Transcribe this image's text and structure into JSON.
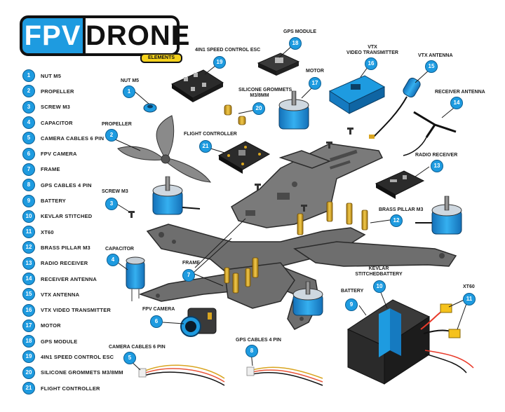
{
  "logo": {
    "fpv": "FPV",
    "drone": "DRONE",
    "badge": "ELEMENTS"
  },
  "legend": [
    {
      "num": "1",
      "label": "NUT M5"
    },
    {
      "num": "2",
      "label": "PROPELLER"
    },
    {
      "num": "3",
      "label": "SCREW M3"
    },
    {
      "num": "4",
      "label": "CAPACITOR"
    },
    {
      "num": "5",
      "label": "CAMERA CABLES 6 PIN"
    },
    {
      "num": "6",
      "label": "FPV CAMERA"
    },
    {
      "num": "7",
      "label": "FRAME"
    },
    {
      "num": "8",
      "label": "GPS CABLES 4 PIN"
    },
    {
      "num": "9",
      "label": "BATTERY"
    },
    {
      "num": "10",
      "label": "KEVLAR STITCHED"
    },
    {
      "num": "11",
      "label": "XT60"
    },
    {
      "num": "12",
      "label": "BRASS PILLAR M3"
    },
    {
      "num": "13",
      "label": "RADIO RECEIVER"
    },
    {
      "num": "14",
      "label": "RECEIVER ANTENNA"
    },
    {
      "num": "15",
      "label": "VTX ANTENNA"
    },
    {
      "num": "16",
      "label": "VTX VIDEO TRANSMITTER"
    },
    {
      "num": "17",
      "label": "MOTOR"
    },
    {
      "num": "18",
      "label": "GPS MODULE"
    },
    {
      "num": "19",
      "label": "4IN1 SPEED CONTROL ESC"
    },
    {
      "num": "20",
      "label": "SILICONE GROMMETS M3/8MM"
    },
    {
      "num": "21",
      "label": "FLIGHT CONTROLLER"
    }
  ],
  "callouts": {
    "nut": {
      "num": "1",
      "label": "NUT M5"
    },
    "prop": {
      "num": "2",
      "label": "PROPELLER"
    },
    "screw": {
      "num": "3",
      "label": "SCREW M3"
    },
    "cap": {
      "num": "4",
      "label": "CAPACITOR"
    },
    "camcable": {
      "num": "5",
      "label": "CAMERA CABLES 6 PIN"
    },
    "cam": {
      "num": "6",
      "label": "FPV CAMERA"
    },
    "frame": {
      "num": "7",
      "label": "FRAME"
    },
    "gpscable": {
      "num": "8",
      "label": "GPS CABLES 4 PIN"
    },
    "battery": {
      "num": "9",
      "label": "BATTERY"
    },
    "kevlar": {
      "num": "10",
      "label_1": "KEVLAR",
      "label_2": "STITCHEDBATTERY"
    },
    "xt60": {
      "num": "11",
      "label": "XT60"
    },
    "brass": {
      "num": "12",
      "label": "BRASS PILLAR M3"
    },
    "rx": {
      "num": "13",
      "label": "RADIO RECEIVER"
    },
    "rxant": {
      "num": "14",
      "label": "RECEIVER ANTENNA"
    },
    "vtxant": {
      "num": "15",
      "label": "VTX ANTENNA"
    },
    "vtx": {
      "num": "16",
      "label_1": "VTX",
      "label_2": "VIDEO TRANSMITTER"
    },
    "motor": {
      "num": "17",
      "label": "MOTOR"
    },
    "gps": {
      "num": "18",
      "label": "GPS MODULE"
    },
    "esc": {
      "num": "19",
      "label": "4IN1 SPEED CONTROL ESC"
    },
    "grom": {
      "num": "20",
      "label_1": "SILICONE GROMMETS",
      "label_2": "M3/8MM"
    },
    "fc": {
      "num": "21",
      "label": "FLIGHT CONTROLLER"
    }
  },
  "colors": {
    "accent": "#1e9be0",
    "frame": "#6b6b6b",
    "brass": "#d9a520",
    "battery": "#2a2a2a",
    "badge": "#f5d21c"
  }
}
